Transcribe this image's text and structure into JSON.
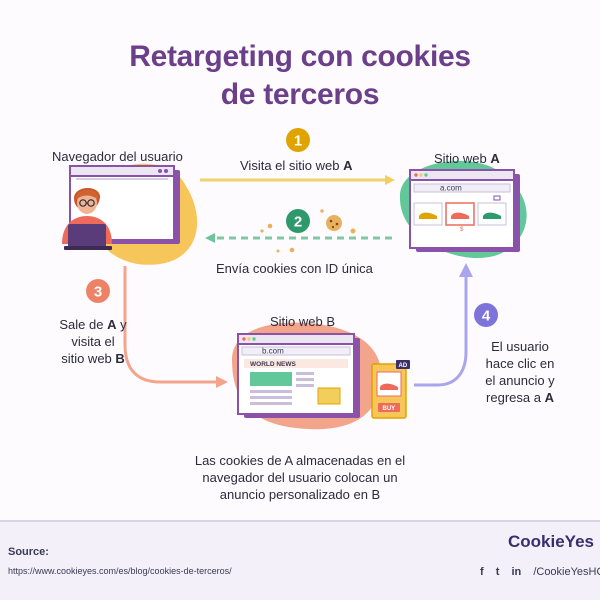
{
  "title": {
    "line1": "Retargeting con cookies",
    "line2": "de terceros"
  },
  "steps": [
    {
      "num": "1",
      "color": "#e0a400"
    },
    {
      "num": "2",
      "color": "#2e9a6b"
    },
    {
      "num": "3",
      "color": "#ee8266"
    },
    {
      "num": "4",
      "color": "#7d73d8"
    }
  ],
  "labels": {
    "browser": "Navegador del usuario",
    "step1": {
      "pre": "Visita el sitio web ",
      "bold": "A"
    },
    "siteA": {
      "pre": "Sitio web ",
      "bold": "A"
    },
    "step2": "Envía cookies con ID única",
    "step3": {
      "l1pre": "Sale de ",
      "l1bold": "A",
      "l1post": " y",
      "l2": "visita el",
      "l3pre": "sitio web ",
      "l3bold": "B"
    },
    "siteB": "Sitio web B",
    "step4": {
      "l1": "El usuario",
      "l2": "hace clic en",
      "l3": "el anuncio y",
      "l4pre": "regresa a ",
      "l4bold": "A"
    },
    "bottom": {
      "l1": "Las cookies de A almacenadas en el",
      "l2": "navegador del usuario colocan un",
      "l3": "anuncio personalizado en B"
    }
  },
  "windows": {
    "siteA_url": "a.com",
    "siteB_url": "b.com",
    "news_header": "WORLD NEWS",
    "ad_badge": "AD",
    "buy_button": "BUY"
  },
  "footer": {
    "source_label": "Source:",
    "source_url": "https://www.cookieyes.com/es/blog/cookies-de-terceros/",
    "brand": "CookieYes",
    "social_icons": [
      "facebook-icon",
      "twitter-icon",
      "linkedin-icon"
    ],
    "social_text": [
      "f",
      "t",
      "in"
    ],
    "handle": "/CookieYesHQ"
  },
  "colors": {
    "title": "#6b3f8a",
    "arrow1": "#f2d36b",
    "arrow2": "#7ec9a4",
    "arrow3": "#f5a48c",
    "arrow4": "#a9a5ee",
    "window": "#8a52a8"
  }
}
